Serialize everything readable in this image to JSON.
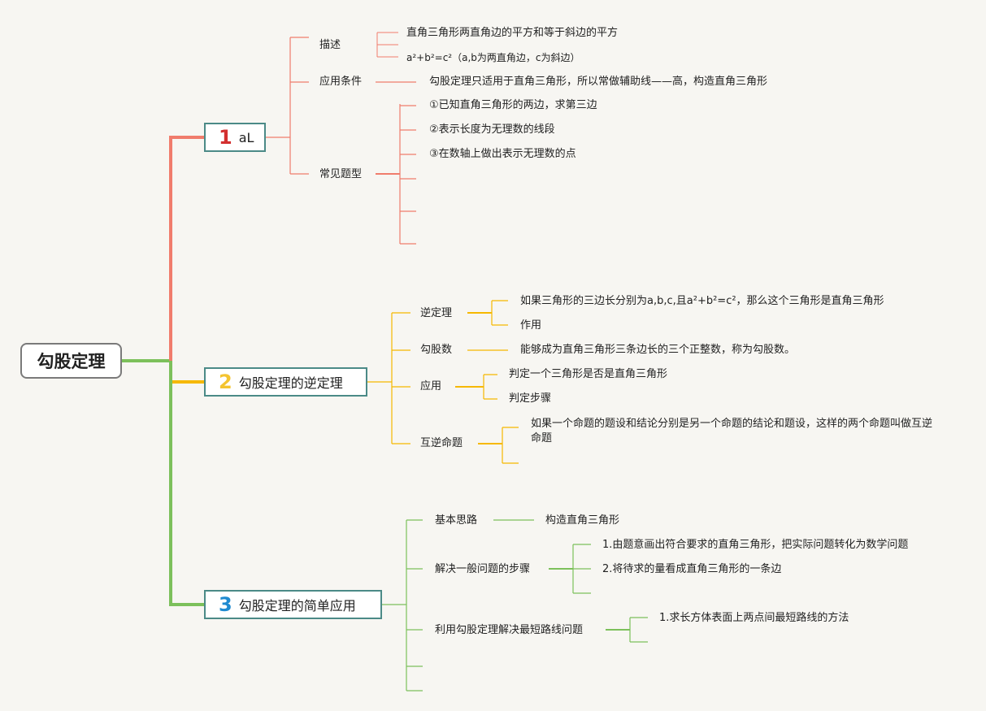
{
  "root": "勾股定理",
  "colors": {
    "red": "#f07c6c",
    "orange": "#f6b800",
    "green": "#7cc05b",
    "num1": "#d32f2f",
    "num2": "#f4c430",
    "num3": "#1f8ad0"
  },
  "topic1": {
    "num": "1",
    "title": "aL",
    "describe": {
      "label": "描述",
      "items": [
        "直角三角形两直角边的平方和等于斜边的平方",
        "a²+b²=c²（a,b为两直角边，c为斜边）"
      ]
    },
    "condition": {
      "label": "应用条件",
      "text": "勾股定理只适用于直角三角形，所以常做辅助线——高，构造直角三角形"
    },
    "types": {
      "label": "常见题型",
      "items": [
        "①已知直角三角形的两边，求第三边",
        "②表示长度为无理数的线段",
        "③在数轴上做出表示无理数的点"
      ]
    }
  },
  "topic2": {
    "num": "2",
    "title": "勾股定理的逆定理",
    "converse": {
      "label": "逆定理",
      "items": [
        "如果三角形的三边长分别为a,b,c,且a²+b²=c²，那么这个三角形是直角三角形",
        "作用"
      ]
    },
    "pythag_num": {
      "label": "勾股数",
      "text": "能够成为直角三角形三条边长的三个正整数，称为勾股数。"
    },
    "apply": {
      "label": "应用",
      "items": [
        "判定一个三角形是否是直角三角形",
        "判定步骤"
      ]
    },
    "mutual": {
      "label": "互逆命题",
      "text": "如果一个命题的题设和结论分别是另一个命题的结论和题设，这样的两个命题叫做互逆命题"
    }
  },
  "topic3": {
    "num": "3",
    "title": "勾股定理的简单应用",
    "basic": {
      "label": "基本思路",
      "text": "构造直角三角形"
    },
    "steps": {
      "label": "解决一般问题的步骤",
      "items": [
        "1.由题意画出符合要求的直角三角形，把实际问题转化为数学问题",
        "2.将待求的量看成直角三角形的一条边"
      ]
    },
    "shortest": {
      "label": "利用勾股定理解决最短路线问题",
      "items": [
        "1.求长方体表面上两点间最短路线的方法"
      ]
    }
  }
}
